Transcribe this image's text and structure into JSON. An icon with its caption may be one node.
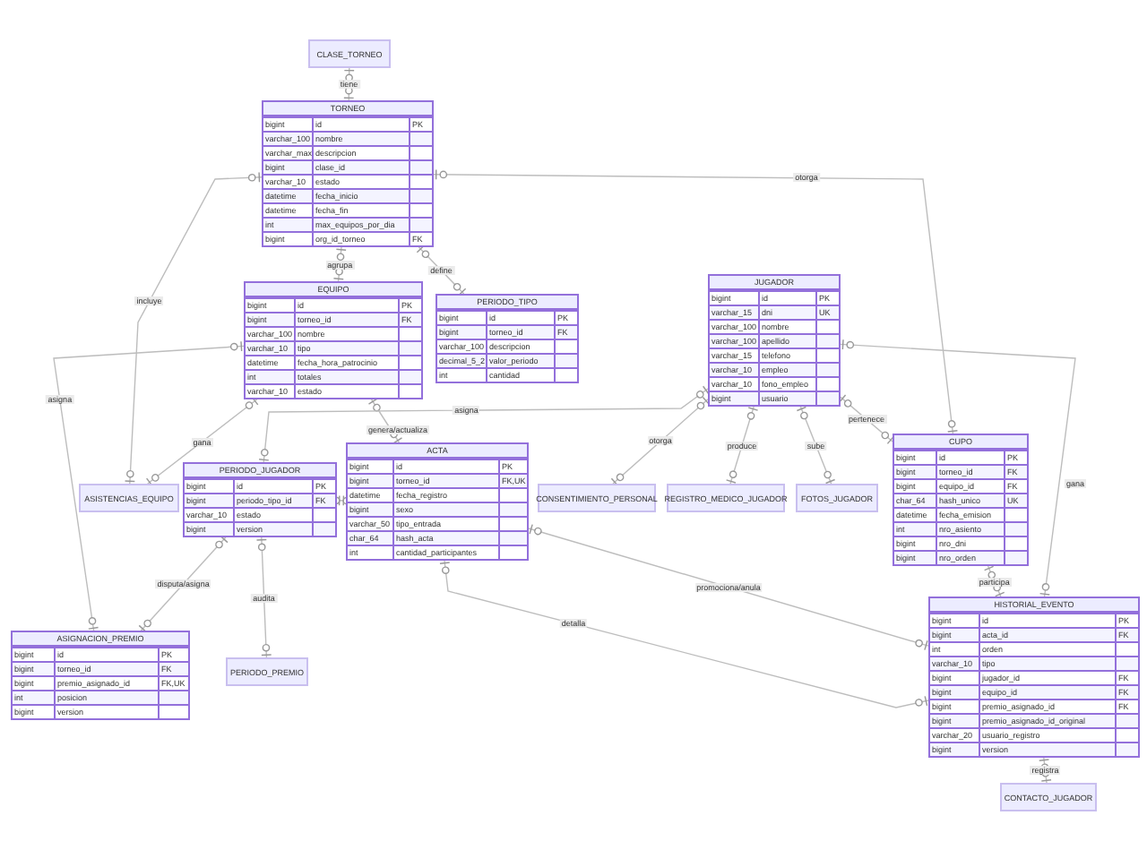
{
  "diagram": {
    "nodes": [
      {
        "text": [
          "CLASE_TORNEO"
        ]
      },
      {
        "text": [
          "TORNEO"
        ]
      },
      {
        "text": [
          "bigint",
          "id",
          "PK"
        ],
        "in": 1
      },
      {
        "text": [
          "varchar_100",
          "nombre"
        ],
        "in": 1
      },
      {
        "text": [
          "varchar_max",
          "descripcion"
        ],
        "in": 1
      },
      {
        "text": [
          "bigint",
          "clase_id"
        ],
        "in": 1
      },
      {
        "text": [
          "varchar_10",
          "estado"
        ],
        "in": 1
      },
      {
        "text": [
          "datetime",
          "fecha_inicio"
        ],
        "in": 1
      },
      {
        "text": [
          "datetime",
          "fecha_fin"
        ],
        "in": 1
      },
      {
        "text": [
          "int",
          "max_equipos_por_dia"
        ],
        "in": 1
      },
      {
        "text": [
          "bigint",
          "org_id_torneo",
          "FK"
        ],
        "in": 1
      },
      {
        "text": [
          "EQUIPO"
        ]
      },
      {
        "text": [
          "bigint",
          "id",
          "PK"
        ],
        "in": 11
      },
      {
        "text": [
          "bigint",
          "torneo_id",
          "FK"
        ],
        "in": 11
      },
      {
        "text": [
          "varchar_100",
          "nombre"
        ],
        "in": 11
      },
      {
        "text": [
          "varchar_10",
          "tipo"
        ],
        "in": 11
      },
      {
        "text": [
          "datetime",
          "fecha_hora_patrocinio"
        ],
        "in": 11
      },
      {
        "text": [
          "int",
          "totales"
        ],
        "in": 11
      },
      {
        "text": [
          "varchar_10",
          "estado"
        ],
        "in": 11
      },
      {
        "text": [
          "PERIODO_TIPO"
        ]
      },
      {
        "text": [
          "bigint",
          "id",
          "PK"
        ],
        "in": 19
      },
      {
        "text": [
          "bigint",
          "torneo_id",
          "FK"
        ],
        "in": 19
      },
      {
        "text": [
          "varchar_100",
          "descripcion"
        ],
        "in": 19
      },
      {
        "text": [
          "decimal_5_2",
          "valor_periodo"
        ],
        "in": 19
      },
      {
        "text": [
          "int",
          "cantidad"
        ],
        "in": 19
      },
      {
        "text": [
          "JUGADOR"
        ]
      },
      {
        "text": [
          "bigint",
          "id",
          "PK"
        ],
        "in": 25
      },
      {
        "text": [
          "varchar_15",
          "dni",
          "UK"
        ],
        "in": 25
      },
      {
        "text": [
          "varchar_100",
          "nombre"
        ],
        "in": 25
      },
      {
        "text": [
          "varchar_100",
          "apellido"
        ],
        "in": 25
      },
      {
        "text": [
          "varchar_15",
          "telefono"
        ],
        "in": 25
      },
      {
        "text": [
          "varchar_10",
          "empleo"
        ],
        "in": 25
      },
      {
        "text": [
          "varchar_10",
          "fono_empleo"
        ],
        "in": 25
      },
      {
        "text": [
          "bigint",
          "usuario"
        ],
        "in": 25
      },
      {
        "text": [
          "ASISTENCIAS_EQUIPO"
        ]
      },
      {
        "text": [
          "PERIODO_JUGADOR"
        ]
      },
      {
        "text": [
          "bigint",
          "id",
          "PK"
        ],
        "in": 35
      },
      {
        "text": [
          "bigint",
          "periodo_tipo_id",
          "FK"
        ],
        "in": 35
      },
      {
        "text": [
          "varchar_10",
          "estado"
        ],
        "in": 35
      },
      {
        "text": [
          "bigint",
          "version"
        ],
        "in": 35
      },
      {
        "text": [
          "ACTA"
        ]
      },
      {
        "text": [
          "bigint",
          "id",
          "PK"
        ],
        "in": 40
      },
      {
        "text": [
          "bigint",
          "torneo_id",
          "FK,UK"
        ],
        "in": 40
      },
      {
        "text": [
          "datetime",
          "fecha_registro"
        ],
        "in": 40
      },
      {
        "text": [
          "bigint",
          "sexo"
        ],
        "in": 40
      },
      {
        "text": [
          "varchar_50",
          "tipo_entrada"
        ],
        "in": 40
      },
      {
        "text": [
          "char_64",
          "hash_acta"
        ],
        "in": 40
      },
      {
        "text": [
          "int",
          "cantidad_participantes"
        ],
        "in": 40
      },
      {
        "text": [
          "CONSENTIMIENTO_PERSONAL"
        ]
      },
      {
        "text": [
          "REGISTRO_MEDICO_JUGADOR"
        ]
      },
      {
        "text": [
          "FOTOS_JUGADOR"
        ]
      },
      {
        "text": [
          "CUPO"
        ]
      },
      {
        "text": [
          "bigint",
          "id",
          "PK"
        ],
        "in": 51
      },
      {
        "text": [
          "bigint",
          "torneo_id",
          "FK"
        ],
        "in": 51
      },
      {
        "text": [
          "bigint",
          "equipo_id",
          "FK"
        ],
        "in": 51
      },
      {
        "text": [
          "char_64",
          "hash_unico",
          "UK"
        ],
        "in": 51
      },
      {
        "text": [
          "datetime",
          "fecha_emision"
        ],
        "in": 51
      },
      {
        "text": [
          "int",
          "nro_asiento"
        ],
        "in": 51
      },
      {
        "text": [
          "bigint",
          "nro_dni"
        ],
        "in": 51
      },
      {
        "text": [
          "bigint",
          "nro_orden"
        ],
        "in": 51
      },
      {
        "text": [
          "ASIGNACION_PREMIO"
        ]
      },
      {
        "text": [
          "bigint",
          "id",
          "PK"
        ],
        "in": 60
      },
      {
        "text": [
          "bigint",
          "torneo_id",
          "FK"
        ],
        "in": 60
      },
      {
        "text": [
          "bigint",
          "premio_asignado_id",
          "FK,UK"
        ],
        "in": 60
      },
      {
        "text": [
          "int",
          "posicion"
        ],
        "in": 60
      },
      {
        "text": [
          "bigint",
          "version"
        ],
        "in": 60
      },
      {
        "text": [
          "PERIODO_PREMIO"
        ]
      },
      {
        "text": [
          "HISTORIAL_EVENTO"
        ]
      },
      {
        "text": [
          "bigint",
          "id",
          "PK"
        ],
        "in": 67
      },
      {
        "text": [
          "bigint",
          "acta_id",
          "FK"
        ],
        "in": 67
      },
      {
        "text": [
          "int",
          "orden"
        ],
        "in": 67
      },
      {
        "text": [
          "varchar_10",
          "tipo"
        ],
        "in": 67
      },
      {
        "text": [
          "bigint",
          "jugador_id",
          "FK"
        ],
        "in": 67
      },
      {
        "text": [
          "bigint",
          "equipo_id",
          "FK"
        ],
        "in": 67
      },
      {
        "text": [
          "bigint",
          "premio_asignado_id",
          "FK"
        ],
        "in": 67
      },
      {
        "text": [
          "bigint",
          "premio_asignado_id_original"
        ],
        "in": 67
      },
      {
        "text": [
          "varchar_20",
          "usuario_registro"
        ],
        "in": 67
      },
      {
        "text": [
          "bigint",
          "version"
        ],
        "in": 67
      },
      {
        "text": [
          "CONTACTO_JUGADOR"
        ]
      }
    ],
    "edges": [
      {
        "from": 1,
        "to": 0,
        "arrow": "other",
        "label": "tiene"
      },
      {
        "from": 1,
        "to": 11,
        "arrow": "other",
        "label": "agrupa"
      },
      {
        "from": 1,
        "to": 19,
        "arrow": "other",
        "label": "define"
      },
      {
        "from": 1,
        "to": 34,
        "arrow": "other",
        "label": "incluye"
      },
      {
        "from": 1,
        "to": 51,
        "arrow": "other",
        "label": "otorga"
      },
      {
        "from": 11,
        "to": 60,
        "arrow": "other",
        "label": "asigna"
      },
      {
        "from": 11,
        "to": 40,
        "arrow": "other",
        "label": "genera/actualiza"
      },
      {
        "from": 25,
        "to": 35,
        "arrow": "other",
        "label": "asigna"
      },
      {
        "from": 11,
        "to": 34,
        "arrow": "other",
        "label": "gana"
      },
      {
        "from": 25,
        "to": 48,
        "arrow": "other",
        "label": "otorga"
      },
      {
        "from": 25,
        "to": 49,
        "arrow": "other",
        "label": "produce"
      },
      {
        "from": 25,
        "to": 50,
        "arrow": "other",
        "label": "sube"
      },
      {
        "from": 25,
        "to": 51,
        "arrow": "other",
        "label": "pertenece"
      },
      {
        "from": 25,
        "to": 67,
        "arrow": "other",
        "label": "gana"
      },
      {
        "from": 51,
        "to": 67,
        "arrow": "other",
        "label": "participa"
      },
      {
        "from": 35,
        "to": 60,
        "arrow": "other",
        "label": "disputa/asigna"
      },
      {
        "from": 35,
        "to": 66,
        "arrow": "other",
        "label": "audita"
      },
      {
        "from": 40,
        "to": 35,
        "arrow": "other"
      },
      {
        "from": 40,
        "to": 67,
        "arrow": "other",
        "label": "promociona/anula"
      },
      {
        "from": 40,
        "to": 67,
        "arrow": "other",
        "label": "detalla"
      },
      {
        "from": 67,
        "to": 78,
        "arrow": "other",
        "label": "registra"
      }
    ]
  }
}
